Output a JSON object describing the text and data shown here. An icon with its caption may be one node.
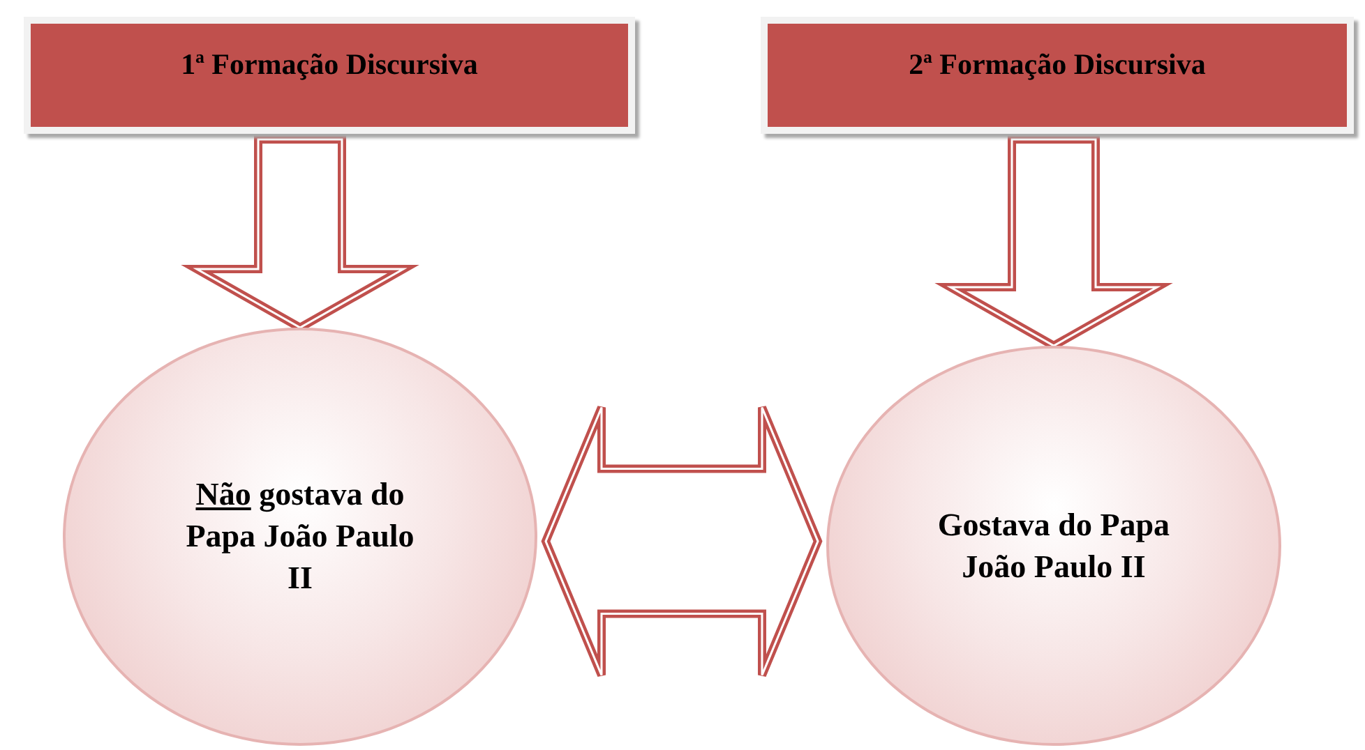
{
  "diagram": {
    "nodes": [
      {
        "text": [
          "1ª Formação Discursiva"
        ]
      },
      {
        "text": [
          "2ª Formação Discursiva"
        ]
      },
      {
        "text": [
          "Não gostava do Papa João Paulo II"
        ]
      },
      {
        "text": [
          "Gostava do Papa João Paulo II"
        ]
      }
    ],
    "edges": [
      {
        "from": 0,
        "to": 2,
        "arrow": "to"
      },
      {
        "from": 1,
        "to": 3,
        "arrow": "to"
      },
      {
        "from": 2,
        "to": 3,
        "arrow": "both"
      }
    ]
  }
}
